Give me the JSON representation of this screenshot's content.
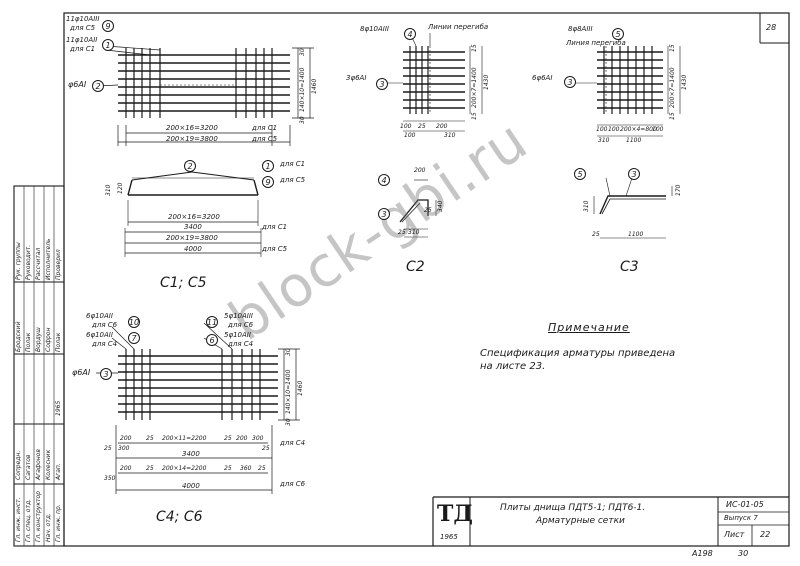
{
  "sheet": {
    "page_number": "28",
    "code": "ИС-01-05",
    "issue": "Выпуск 7",
    "sheet_label": "Лист",
    "sheet_no": "22",
    "stamp_bottom": "А198",
    "stamp_bottom2": "30",
    "logo_text": "ТД",
    "year": "1965",
    "title_line1": "Плиты днища ПДТ5-1; ПДТ6-1.",
    "title_line2": "Арматурные сетки"
  },
  "watermark": "block-gbi.ru",
  "note": {
    "heading": "Примечание",
    "line1": "Спецификация арматуры приведена",
    "line2": "на листе 23."
  },
  "titleblock": {
    "rows": [
      {
        "role": "Рук. группы",
        "name": "Бродский"
      },
      {
        "role": "Руководит.",
        "name": "Полак"
      },
      {
        "role": "Рассчитал",
        "name": "Вордуш"
      },
      {
        "role": "Исполнитель",
        "name": "Софрон"
      },
      {
        "role": "Проверил",
        "name": "Полак"
      }
    ],
    "left_rows": [
      "Гл. инж. инст.",
      "Гл. спец. отд.",
      "Гл. конструктор",
      "Нач. отд.",
      "Гл. инж. пр."
    ],
    "left_words": [
      "Сопредн.",
      "Сагатов",
      "Агафонов",
      "Колесник",
      "Агап."
    ],
    "issue_text": "1965"
  },
  "c1c5": {
    "caption": "С1; С5",
    "callout_top1": "11φ10АIII",
    "callout_top1b": "для С5",
    "callout_top2": "11φ10АII",
    "callout_top2b": "для С1",
    "callout_left": "φ6АI",
    "marks": [
      "9",
      "1",
      "2"
    ],
    "dims_right": [
      "30",
      "140×10=1400",
      "1460",
      "30"
    ],
    "dims_bottom1": "200×16=3200",
    "dims_bottom1_for": "для С1",
    "dims_bottom2": "200×19=3800",
    "dims_bottom2_for": "для С5",
    "sec_dim_l": "310",
    "sec_left": "120",
    "sec_mark_mid": "2",
    "sec_mark_r1": "1",
    "sec_mark_r2": "9",
    "sec_for1": "для С1",
    "sec_for2": "для С5",
    "sec_b1": "200×16=3200",
    "sec_b1_for": "для С1",
    "sec_b2": "3400",
    "sec_b3": "200×19=3800",
    "sec_b3_for": "для С5",
    "sec_b4": "4000"
  },
  "c2": {
    "caption": "С2",
    "callout_top": "8φ10АIII",
    "callout_lines": "Линии перегиба",
    "callout_left": "3φ6АI",
    "marks": [
      "4",
      "3"
    ],
    "dims_right": [
      "15",
      "200×7=1400",
      "1430",
      "15"
    ],
    "dims_bottom": [
      "100",
      "25",
      "200",
      "310",
      "100"
    ],
    "sec_marks": [
      "4",
      "3"
    ],
    "sec_dims": [
      "200",
      "310",
      "340",
      "25",
      "25"
    ]
  },
  "c3": {
    "caption": "С3",
    "callout_top": "8φ8АIII",
    "callout_lines": "Линия перегиба",
    "callout_left": "6φ6АI",
    "marks": [
      "5",
      "3"
    ],
    "dims_right": [
      "15",
      "200×7=1400",
      "1430",
      "15"
    ],
    "dims_bottom": [
      "100",
      "100",
      "200×4=800",
      "100"
    ],
    "dims_bottom2": [
      "310",
      "1100"
    ],
    "sec_marks": [
      "5",
      "3"
    ],
    "sec_dims": [
      "170",
      "310",
      "25",
      "1100"
    ]
  },
  "c4c6": {
    "caption": "С4; С6",
    "callout_top1": "6φ10АII",
    "callout_top1b": "для С6",
    "callout_top2": "6φ10АII",
    "callout_top2b": "для С4",
    "callout_top3": "5φ10АIII",
    "callout_top3b": "для С6",
    "callout_top4": "5φ10АII",
    "callout_top4b": "для С4",
    "callout_left": "φ6АI",
    "marks": [
      "10",
      "7",
      "3",
      "11",
      "6"
    ],
    "dims_right": [
      "30",
      "140×10=1400",
      "1460",
      "30"
    ],
    "row1": [
      "200",
      "25",
      "200×11=2200",
      "25",
      "200",
      "300"
    ],
    "row1_for": "для С4",
    "row2": "3400",
    "row3": [
      "200",
      "25",
      "200×14=2200",
      "25",
      "360",
      "25"
    ],
    "row3_for": "для С6",
    "row4": "4000",
    "row_small": [
      "25",
      "300",
      "25",
      "350"
    ]
  }
}
